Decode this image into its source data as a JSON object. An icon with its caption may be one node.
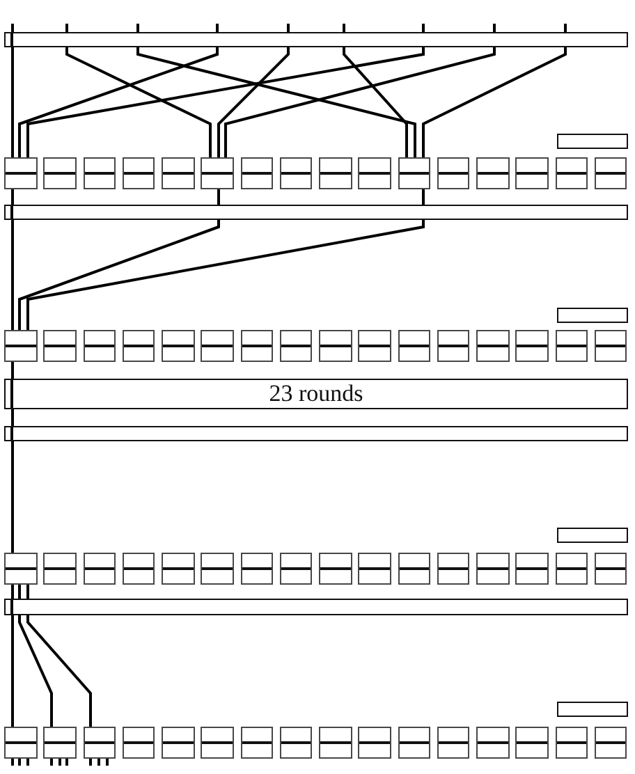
{
  "diagram": {
    "nodes": [
      {
        "text": [],
        "shape": "bar"
      },
      {
        "text": [],
        "shape": "bar"
      },
      {
        "text": [],
        "shape": "box"
      },
      {
        "text": [],
        "shape": "box"
      },
      {
        "text": [],
        "shape": "box"
      },
      {
        "text": [],
        "shape": "box"
      },
      {
        "text": [],
        "shape": "box"
      },
      {
        "text": [],
        "shape": "box"
      },
      {
        "text": [],
        "shape": "box"
      },
      {
        "text": [],
        "shape": "box"
      },
      {
        "text": [],
        "shape": "box"
      },
      {
        "text": [],
        "shape": "box"
      },
      {
        "text": [],
        "shape": "box"
      },
      {
        "text": [],
        "shape": "box"
      },
      {
        "text": [],
        "shape": "box"
      },
      {
        "text": [],
        "shape": "box"
      },
      {
        "text": [],
        "shape": "box"
      },
      {
        "text": [],
        "shape": "box"
      },
      {
        "text": [],
        "shape": "bar"
      },
      {
        "text": [],
        "shape": "bar"
      },
      {
        "text": [],
        "shape": "box"
      },
      {
        "text": [],
        "shape": "box"
      },
      {
        "text": [],
        "shape": "box"
      },
      {
        "text": [],
        "shape": "box"
      },
      {
        "text": [],
        "shape": "box"
      },
      {
        "text": [],
        "shape": "box"
      },
      {
        "text": [],
        "shape": "box"
      },
      {
        "text": [],
        "shape": "box"
      },
      {
        "text": [],
        "shape": "box"
      },
      {
        "text": [],
        "shape": "box"
      },
      {
        "text": [],
        "shape": "box"
      },
      {
        "text": [],
        "shape": "box"
      },
      {
        "text": [],
        "shape": "box"
      },
      {
        "text": [],
        "shape": "box"
      },
      {
        "text": [],
        "shape": "box"
      },
      {
        "text": [],
        "shape": "box"
      },
      {
        "text": [
          "23 rounds"
        ]
      },
      {
        "text": [],
        "shape": "bar"
      },
      {
        "text": [],
        "shape": "bar"
      },
      {
        "text": [],
        "shape": "box"
      },
      {
        "text": [],
        "shape": "box"
      },
      {
        "text": [],
        "shape": "box"
      },
      {
        "text": [],
        "shape": "box"
      },
      {
        "text": [],
        "shape": "box"
      },
      {
        "text": [],
        "shape": "box"
      },
      {
        "text": [],
        "shape": "box"
      },
      {
        "text": [],
        "shape": "box"
      },
      {
        "text": [],
        "shape": "box"
      },
      {
        "text": [],
        "shape": "box"
      },
      {
        "text": [],
        "shape": "box"
      },
      {
        "text": [],
        "shape": "box"
      },
      {
        "text": [],
        "shape": "box"
      },
      {
        "text": [],
        "shape": "box"
      },
      {
        "text": [],
        "shape": "box"
      },
      {
        "text": [],
        "shape": "box"
      },
      {
        "text": [],
        "shape": "bar"
      },
      {
        "text": [],
        "shape": "bar"
      },
      {
        "text": [],
        "shape": "box"
      },
      {
        "text": [],
        "shape": "box"
      },
      {
        "text": [],
        "shape": "box"
      },
      {
        "text": [],
        "shape": "box"
      },
      {
        "text": [],
        "shape": "box"
      },
      {
        "text": [],
        "shape": "box"
      },
      {
        "text": [],
        "shape": "box"
      },
      {
        "text": [],
        "shape": "box"
      },
      {
        "text": [],
        "shape": "box"
      },
      {
        "text": [],
        "shape": "box"
      },
      {
        "text": [],
        "shape": "box"
      },
      {
        "text": [],
        "shape": "box"
      },
      {
        "text": [],
        "shape": "box"
      },
      {
        "text": [],
        "shape": "box"
      },
      {
        "text": [],
        "shape": "box"
      },
      {
        "text": [],
        "shape": "box"
      }
    ],
    "edges": [
      {
        "from": null,
        "to": 0,
        "arrow": "none"
      },
      {
        "from": null,
        "to": 0,
        "arrow": "none"
      },
      {
        "from": null,
        "to": 0,
        "arrow": "none"
      },
      {
        "from": null,
        "to": 0,
        "arrow": "none"
      },
      {
        "from": null,
        "to": 0,
        "arrow": "none"
      },
      {
        "from": null,
        "to": 0,
        "arrow": "none"
      },
      {
        "from": null,
        "to": 0,
        "arrow": "none"
      },
      {
        "from": null,
        "to": 0,
        "arrow": "none"
      },
      {
        "from": null,
        "to": 0,
        "arrow": "none"
      },
      {
        "from": 0,
        "to": 2,
        "arrow": "none"
      },
      {
        "from": 0,
        "to": 7,
        "arrow": "none"
      },
      {
        "from": 0,
        "to": 12,
        "arrow": "none"
      },
      {
        "from": 0,
        "to": 2,
        "arrow": "none"
      },
      {
        "from": 0,
        "to": 7,
        "arrow": "none"
      },
      {
        "from": 0,
        "to": 12,
        "arrow": "none"
      },
      {
        "from": 0,
        "to": 2,
        "arrow": "none"
      },
      {
        "from": 0,
        "to": 7,
        "arrow": "none"
      },
      {
        "from": 0,
        "to": 12,
        "arrow": "none"
      },
      {
        "from": 2,
        "to": 18,
        "arrow": "none"
      },
      {
        "from": 7,
        "to": 18,
        "arrow": "none"
      },
      {
        "from": 12,
        "to": 18,
        "arrow": "none"
      },
      {
        "from": 18,
        "to": 20,
        "arrow": "none"
      },
      {
        "from": 18,
        "to": 20,
        "arrow": "none"
      },
      {
        "from": 18,
        "to": 20,
        "arrow": "none"
      },
      {
        "from": 20,
        "to": 36,
        "arrow": "none"
      },
      {
        "from": 36,
        "to": 37,
        "arrow": "none"
      },
      {
        "from": 37,
        "to": 39,
        "arrow": "none"
      },
      {
        "from": 39,
        "to": 55,
        "arrow": "none"
      },
      {
        "from": 39,
        "to": 55,
        "arrow": "none"
      },
      {
        "from": 39,
        "to": 55,
        "arrow": "none"
      },
      {
        "from": 55,
        "to": 57,
        "arrow": "none"
      },
      {
        "from": 55,
        "to": 58,
        "arrow": "none"
      },
      {
        "from": 55,
        "to": 59,
        "arrow": "none"
      },
      {
        "from": 57,
        "to": null,
        "arrow": "none"
      },
      {
        "from": 57,
        "to": null,
        "arrow": "none"
      },
      {
        "from": 57,
        "to": null,
        "arrow": "none"
      },
      {
        "from": 58,
        "to": null,
        "arrow": "none"
      },
      {
        "from": 58,
        "to": null,
        "arrow": "none"
      },
      {
        "from": 58,
        "to": null,
        "arrow": "none"
      },
      {
        "from": 59,
        "to": null,
        "arrow": "none"
      },
      {
        "from": 59,
        "to": null,
        "arrow": "none"
      },
      {
        "from": 59,
        "to": null,
        "arrow": "none"
      }
    ]
  }
}
